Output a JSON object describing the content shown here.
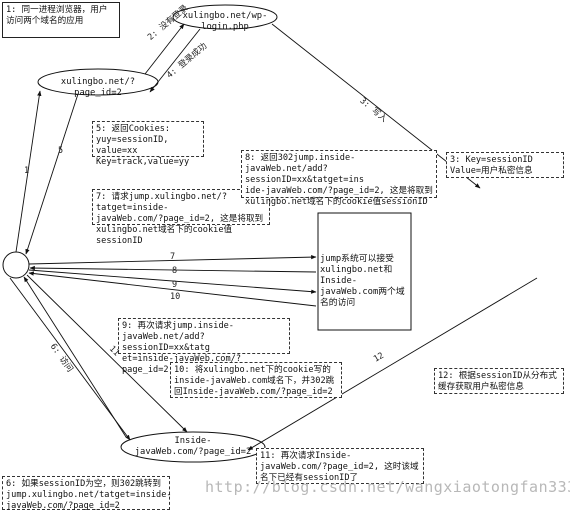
{
  "nodes": {
    "login": "xulingbo.net/wp-login.php",
    "page": "xulingbo.net/?page_id=2",
    "inside": "Inside-\njavaWeb.com/?page_id=2",
    "jump": "jump系统可以接受\nxulingbo.net和Inside-\njavaWeb.com两个域名的访问"
  },
  "notes": {
    "n1": "1: 同一进程浏览器，用户\n访问两个域名的应用",
    "n3": "3: Key=sessionID\nValue=用户私密信息",
    "n5": "5: 返回Cookies:\nyuy=sessionID, value=xx\nKey=track,value=yy",
    "n6": "6: 如果sessionID为空，则302跳转到\njump.xulingbo.net/tatget=inside-\njavaWeb.com/?page_id=2",
    "n7": "7: 请求jump.xulingbo.net/?tatget=inside-\njavaWeb.com/?page_id=2, 这是将取到\nxulingbo.net域名下的cookie值sessionID",
    "n8": "8: 返回302jump.inside-\njavaWeb.net/add?sessionID=xx&tatget=ins\nide-javaWeb.com/?page_id=2, 这是将取到\nxulingbo.net域名下的cookie值sessionID",
    "n9": "9: 再次请求jump.inside-\njavaWeb.net/add?sessionID=xx&tatg\net=inside-javaWeb.com/?page_id=2",
    "n10": "10: 将xulingbo.net下的cookie写的\ninside-javaWeb.com域名下，并302跳\n回Inside-javaWeb.com/?page_id=2",
    "n11": "11: 再次请求Inside-\njavaWeb.com/?page_id=2, 这时该域\n名下已经有sessionID了",
    "n12": "12: 根据sessionID从分布式\n缓存获取用户私密信息"
  },
  "edges": {
    "e1": "1",
    "e2": "2: 没有登录",
    "e3": "3: 写入",
    "e4": "4: 登录成功",
    "e5": "5",
    "e6": "6: 访问",
    "e7": "7",
    "e8": "8",
    "e9": "9",
    "e10": "10",
    "e11": "11",
    "e12": "12"
  },
  "watermark": "http://blog.csdn.net/wangxiaotongfan333"
}
